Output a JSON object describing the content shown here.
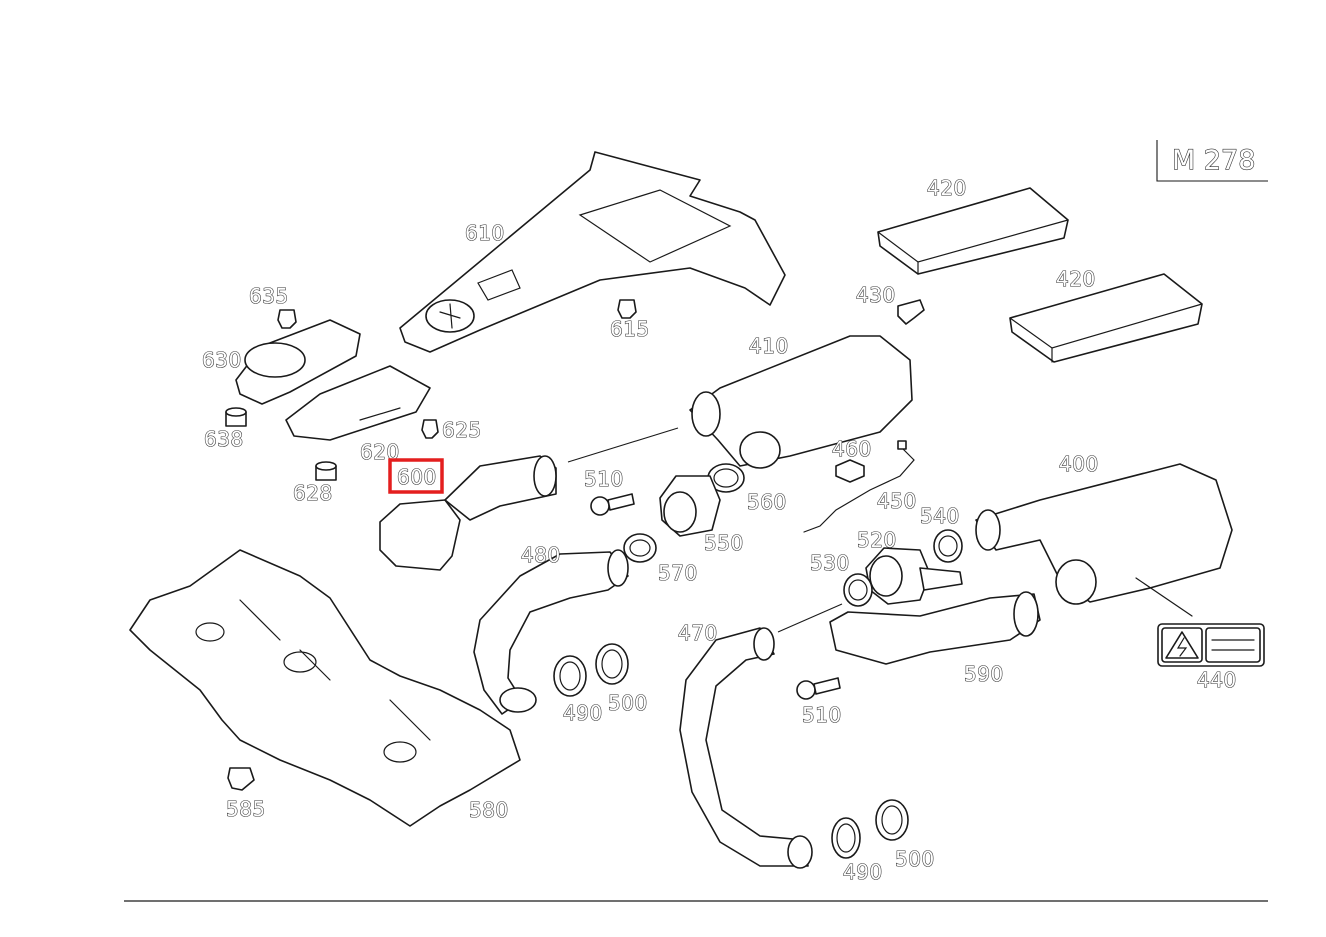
{
  "model_code": "M 278",
  "labels": {
    "p400": "400",
    "p410": "410",
    "p420a": "420",
    "p420b": "420",
    "p430": "430",
    "p440": "440",
    "p450": "450",
    "p460": "460",
    "p470": "470",
    "p480": "480",
    "p490a": "490",
    "p490b": "490",
    "p500a": "500",
    "p500b": "500",
    "p510a": "510",
    "p510b": "510",
    "p520": "520",
    "p530": "530",
    "p540": "540",
    "p550": "550",
    "p560": "560",
    "p570": "570",
    "p580": "580",
    "p585": "585",
    "p590": "590",
    "p600": "600",
    "p610": "610",
    "p615": "615",
    "p620": "620",
    "p625": "625",
    "p628": "628",
    "p630": "630",
    "p635": "635",
    "p638": "638"
  },
  "highlighted_part": "600",
  "colors": {
    "highlight": "#e41e1e",
    "line": "#1a1a1a"
  }
}
